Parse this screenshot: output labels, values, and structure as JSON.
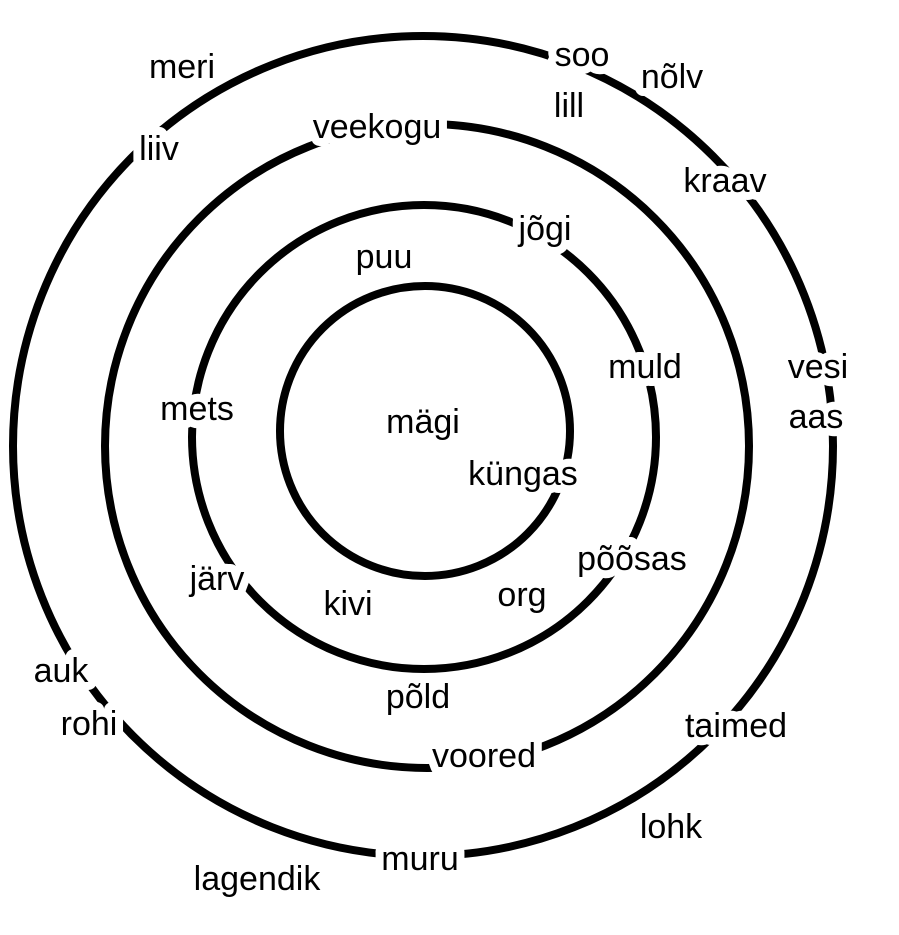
{
  "labels": {
    "meri": "meri",
    "soo": "soo",
    "nolv": "nõlv",
    "lill": "lill",
    "veekogu": "veekogu",
    "liiv": "liiv",
    "kraav": "kraav",
    "jogi": "jõgi",
    "puu": "puu",
    "muld": "muld",
    "vesi": "vesi",
    "mets": "mets",
    "aas": "aas",
    "magi": "mägi",
    "kungas": "küngas",
    "poosas": "põõsas",
    "jarv": "järv",
    "kivi": "kivi",
    "org": "org",
    "auk": "auk",
    "pold": "põld",
    "rohi": "rohi",
    "taimed": "taimed",
    "voored": "voored",
    "lohk": "lohk",
    "muru": "muru",
    "lagendik": "lagendik"
  }
}
